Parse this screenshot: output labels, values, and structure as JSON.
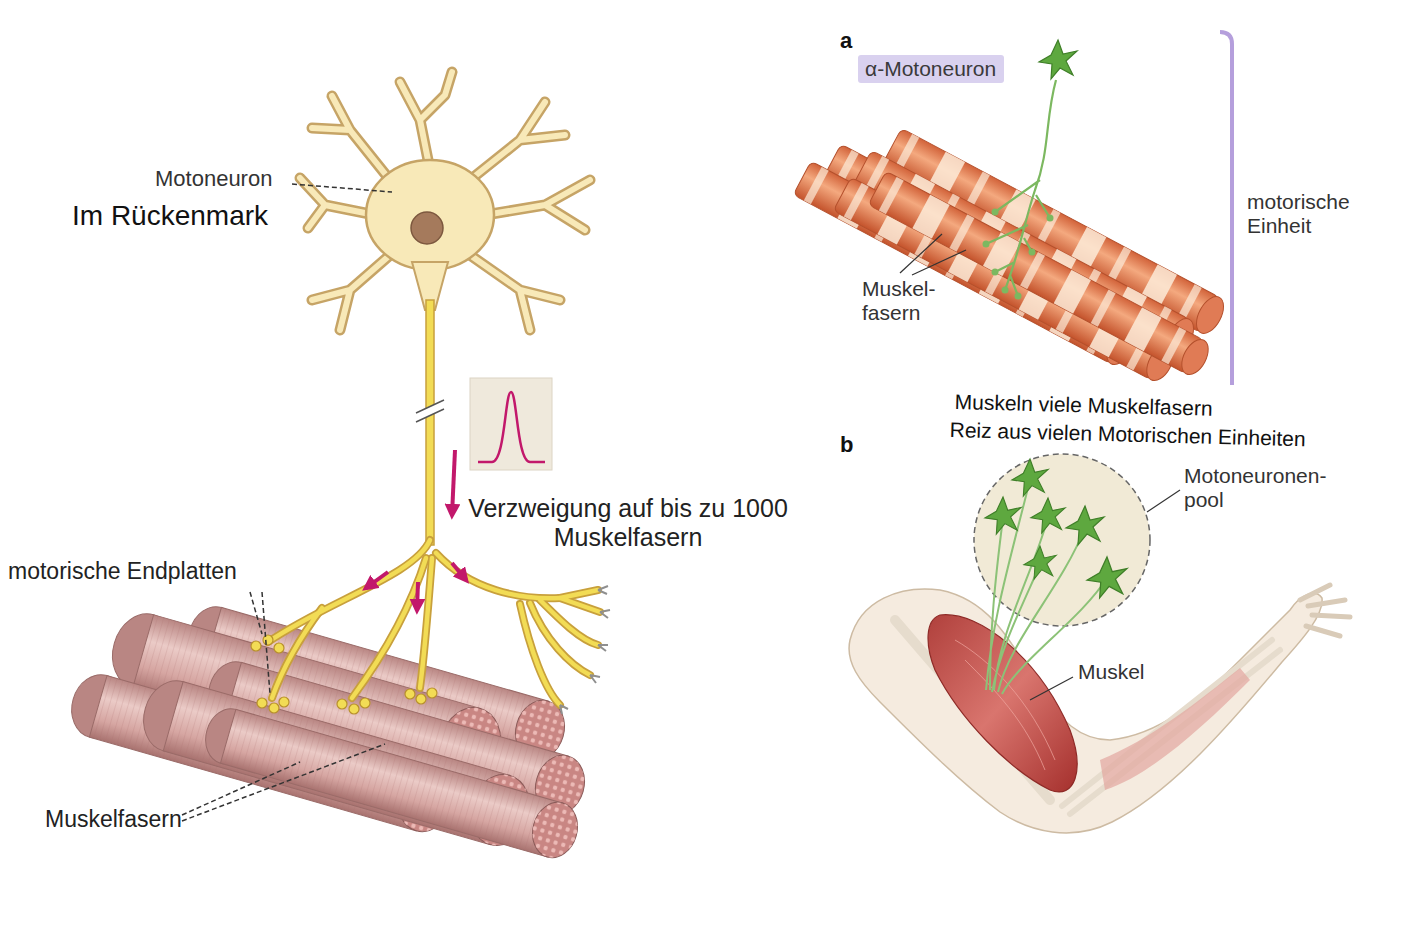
{
  "diagram": {
    "nodes": [
      {
        "text": [
          "α-Motoneuron"
        ]
      }
    ],
    "labels": [
      "Motoneuron",
      "Im Rückenmark",
      "Verzweigung auf bis zu 1000 Muskelfasern",
      "motorische Endplatten",
      "Muskelfasern",
      "a",
      "Muskel- fasern",
      "motorische Einheit",
      "Muskeln viele Muskelfasern",
      "Reiz aus vielen Motorischen Einheiten",
      "b",
      "Motoneuronen- pool",
      "Muskel"
    ]
  }
}
